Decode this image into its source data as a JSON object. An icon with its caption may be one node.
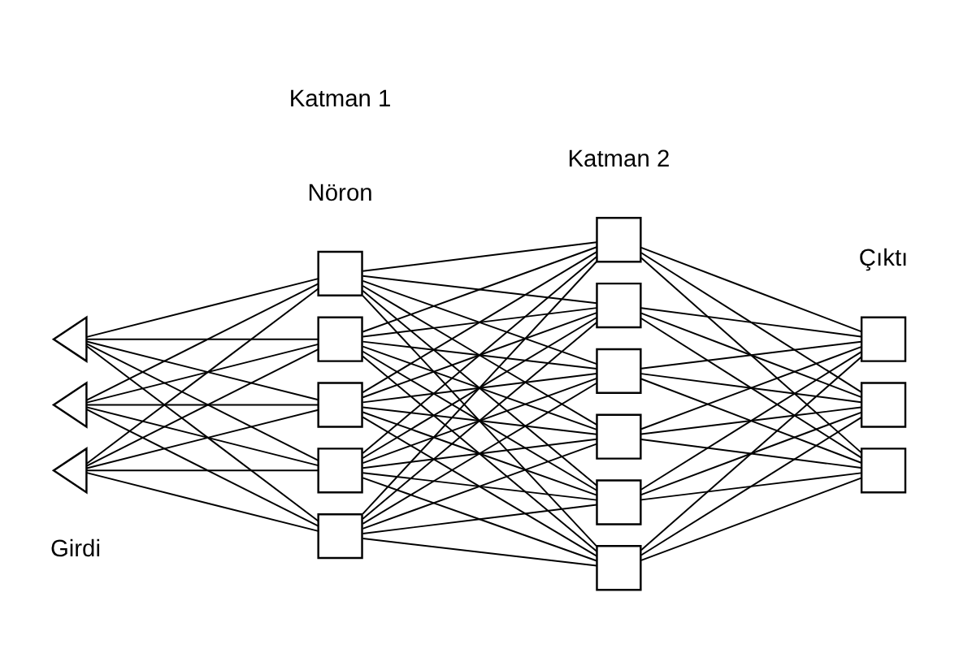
{
  "diagram": {
    "nodes": [
      {
        "text": [],
        "shape": "triangle"
      },
      {
        "text": [],
        "shape": "triangle"
      },
      {
        "text": [],
        "shape": "triangle"
      },
      {
        "text": [],
        "shape": "box"
      },
      {
        "text": [],
        "shape": "box"
      },
      {
        "text": [],
        "shape": "box"
      },
      {
        "text": [],
        "shape": "box"
      },
      {
        "text": [],
        "shape": "box"
      },
      {
        "text": [],
        "shape": "box"
      },
      {
        "text": [],
        "shape": "box"
      },
      {
        "text": [],
        "shape": "box"
      },
      {
        "text": [],
        "shape": "box"
      },
      {
        "text": [],
        "shape": "box"
      },
      {
        "text": [],
        "shape": "box"
      },
      {
        "text": [],
        "shape": "box"
      },
      {
        "text": [],
        "shape": "box"
      },
      {
        "text": [],
        "shape": "box"
      }
    ],
    "edges": [
      {
        "from": 0,
        "to": 3,
        "arrow": "none"
      },
      {
        "from": 0,
        "to": 4,
        "arrow": "none"
      },
      {
        "from": 0,
        "to": 5,
        "arrow": "none"
      },
      {
        "from": 0,
        "to": 6,
        "arrow": "none"
      },
      {
        "from": 0,
        "to": 7,
        "arrow": "none"
      },
      {
        "from": 1,
        "to": 3,
        "arrow": "none"
      },
      {
        "from": 1,
        "to": 4,
        "arrow": "none"
      },
      {
        "from": 1,
        "to": 5,
        "arrow": "none"
      },
      {
        "from": 1,
        "to": 6,
        "arrow": "none"
      },
      {
        "from": 1,
        "to": 7,
        "arrow": "none"
      },
      {
        "from": 2,
        "to": 3,
        "arrow": "none"
      },
      {
        "from": 2,
        "to": 4,
        "arrow": "none"
      },
      {
        "from": 2,
        "to": 5,
        "arrow": "none"
      },
      {
        "from": 2,
        "to": 6,
        "arrow": "none"
      },
      {
        "from": 2,
        "to": 7,
        "arrow": "none"
      },
      {
        "from": 3,
        "to": 8,
        "arrow": "none"
      },
      {
        "from": 3,
        "to": 9,
        "arrow": "none"
      },
      {
        "from": 3,
        "to": 10,
        "arrow": "none"
      },
      {
        "from": 3,
        "to": 11,
        "arrow": "none"
      },
      {
        "from": 3,
        "to": 12,
        "arrow": "none"
      },
      {
        "from": 3,
        "to": 13,
        "arrow": "none"
      },
      {
        "from": 4,
        "to": 8,
        "arrow": "none"
      },
      {
        "from": 4,
        "to": 9,
        "arrow": "none"
      },
      {
        "from": 4,
        "to": 10,
        "arrow": "none"
      },
      {
        "from": 4,
        "to": 11,
        "arrow": "none"
      },
      {
        "from": 4,
        "to": 12,
        "arrow": "none"
      },
      {
        "from": 4,
        "to": 13,
        "arrow": "none"
      },
      {
        "from": 5,
        "to": 8,
        "arrow": "none"
      },
      {
        "from": 5,
        "to": 9,
        "arrow": "none"
      },
      {
        "from": 5,
        "to": 10,
        "arrow": "none"
      },
      {
        "from": 5,
        "to": 11,
        "arrow": "none"
      },
      {
        "from": 5,
        "to": 12,
        "arrow": "none"
      },
      {
        "from": 5,
        "to": 13,
        "arrow": "none"
      },
      {
        "from": 6,
        "to": 8,
        "arrow": "none"
      },
      {
        "from": 6,
        "to": 9,
        "arrow": "none"
      },
      {
        "from": 6,
        "to": 10,
        "arrow": "none"
      },
      {
        "from": 6,
        "to": 11,
        "arrow": "none"
      },
      {
        "from": 6,
        "to": 12,
        "arrow": "none"
      },
      {
        "from": 6,
        "to": 13,
        "arrow": "none"
      },
      {
        "from": 7,
        "to": 8,
        "arrow": "none"
      },
      {
        "from": 7,
        "to": 9,
        "arrow": "none"
      },
      {
        "from": 7,
        "to": 10,
        "arrow": "none"
      },
      {
        "from": 7,
        "to": 11,
        "arrow": "none"
      },
      {
        "from": 7,
        "to": 12,
        "arrow": "none"
      },
      {
        "from": 7,
        "to": 13,
        "arrow": "none"
      },
      {
        "from": 8,
        "to": 14,
        "arrow": "none"
      },
      {
        "from": 8,
        "to": 15,
        "arrow": "none"
      },
      {
        "from": 8,
        "to": 16,
        "arrow": "none"
      },
      {
        "from": 9,
        "to": 14,
        "arrow": "none"
      },
      {
        "from": 9,
        "to": 15,
        "arrow": "none"
      },
      {
        "from": 9,
        "to": 16,
        "arrow": "none"
      },
      {
        "from": 10,
        "to": 14,
        "arrow": "none"
      },
      {
        "from": 10,
        "to": 15,
        "arrow": "none"
      },
      {
        "from": 10,
        "to": 16,
        "arrow": "none"
      },
      {
        "from": 11,
        "to": 14,
        "arrow": "none"
      },
      {
        "from": 11,
        "to": 15,
        "arrow": "none"
      },
      {
        "from": 11,
        "to": 16,
        "arrow": "none"
      },
      {
        "from": 12,
        "to": 14,
        "arrow": "none"
      },
      {
        "from": 12,
        "to": 15,
        "arrow": "none"
      },
      {
        "from": 12,
        "to": 16,
        "arrow": "none"
      },
      {
        "from": 13,
        "to": 14,
        "arrow": "none"
      },
      {
        "from": 13,
        "to": 15,
        "arrow": "none"
      },
      {
        "from": 13,
        "to": 16,
        "arrow": "none"
      }
    ],
    "labels": [
      "Nöron",
      "Girdi",
      "Katman 1",
      "Katman 2",
      "Çıktı"
    ]
  }
}
